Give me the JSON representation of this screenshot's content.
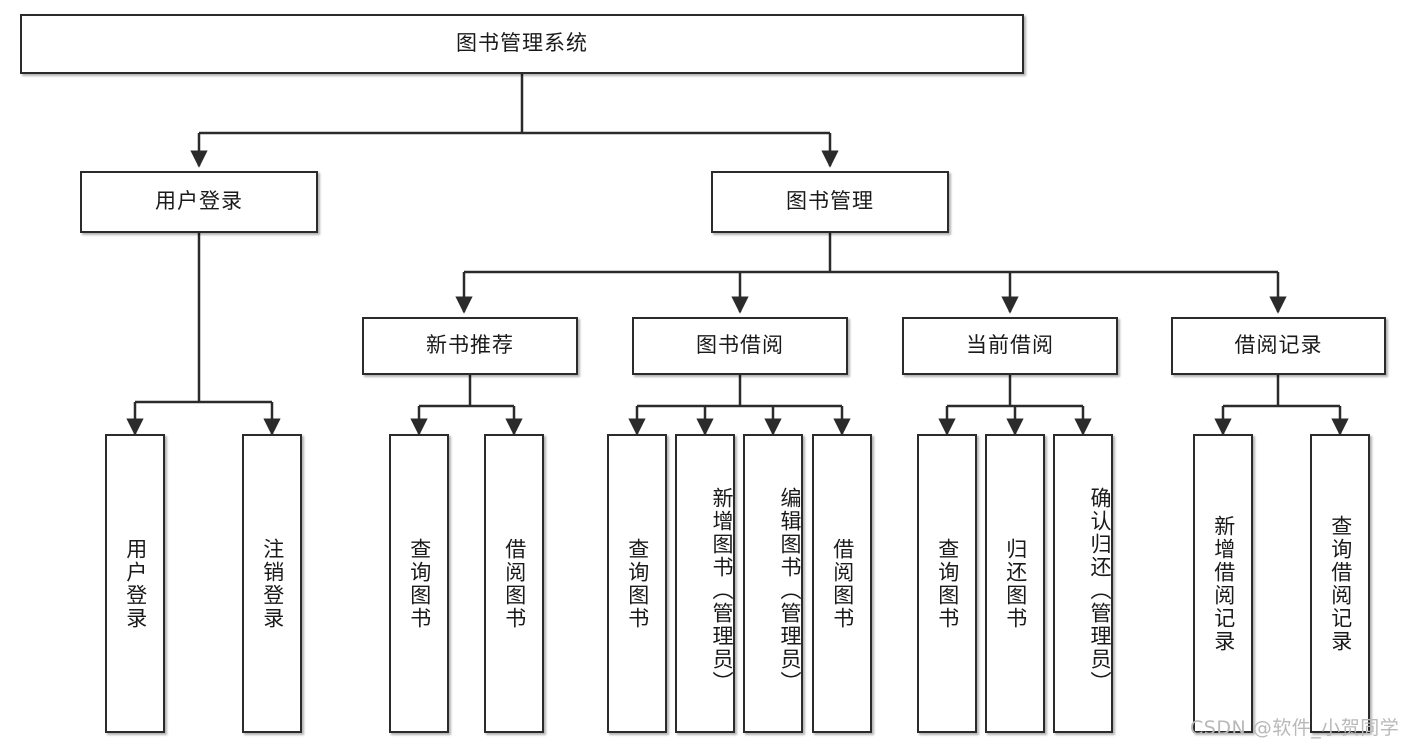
{
  "diagram": {
    "title": "图书管理系统",
    "type": "hierarchy-tree",
    "colors": {
      "box_border": "#2b2b2b",
      "box_fill": "#ffffff",
      "edge": "#2b2b2b",
      "canvas": "#ffffff",
      "watermark": "#b9b9b9"
    },
    "levels": {
      "root": {
        "label": "图书管理系统"
      },
      "level2": [
        {
          "label": "用户登录"
        },
        {
          "label": "图书管理"
        }
      ],
      "level3": [
        {
          "label": "新书推荐"
        },
        {
          "label": "图书借阅"
        },
        {
          "label": "当前借阅"
        },
        {
          "label": "借阅记录"
        }
      ],
      "leaves": {
        "user_login": [
          {
            "label": "用户登录"
          },
          {
            "label": "注销登录"
          }
        ],
        "new_book_recommend": [
          {
            "label": "查询图书"
          },
          {
            "label": "借阅图书"
          }
        ],
        "book_borrow": [
          {
            "label": "查询图书"
          },
          {
            "label": "新增图书（管理员）"
          },
          {
            "label": "编辑图书（管理员）"
          },
          {
            "label": "借阅图书"
          }
        ],
        "current_borrow": [
          {
            "label": "查询图书"
          },
          {
            "label": "归还图书"
          },
          {
            "label": "确认归还（管理员）"
          }
        ],
        "borrow_record": [
          {
            "label": "新增借阅记录"
          },
          {
            "label": "查询借阅记录"
          }
        ]
      }
    },
    "watermark": "CSDN @软件_小贺同学"
  }
}
